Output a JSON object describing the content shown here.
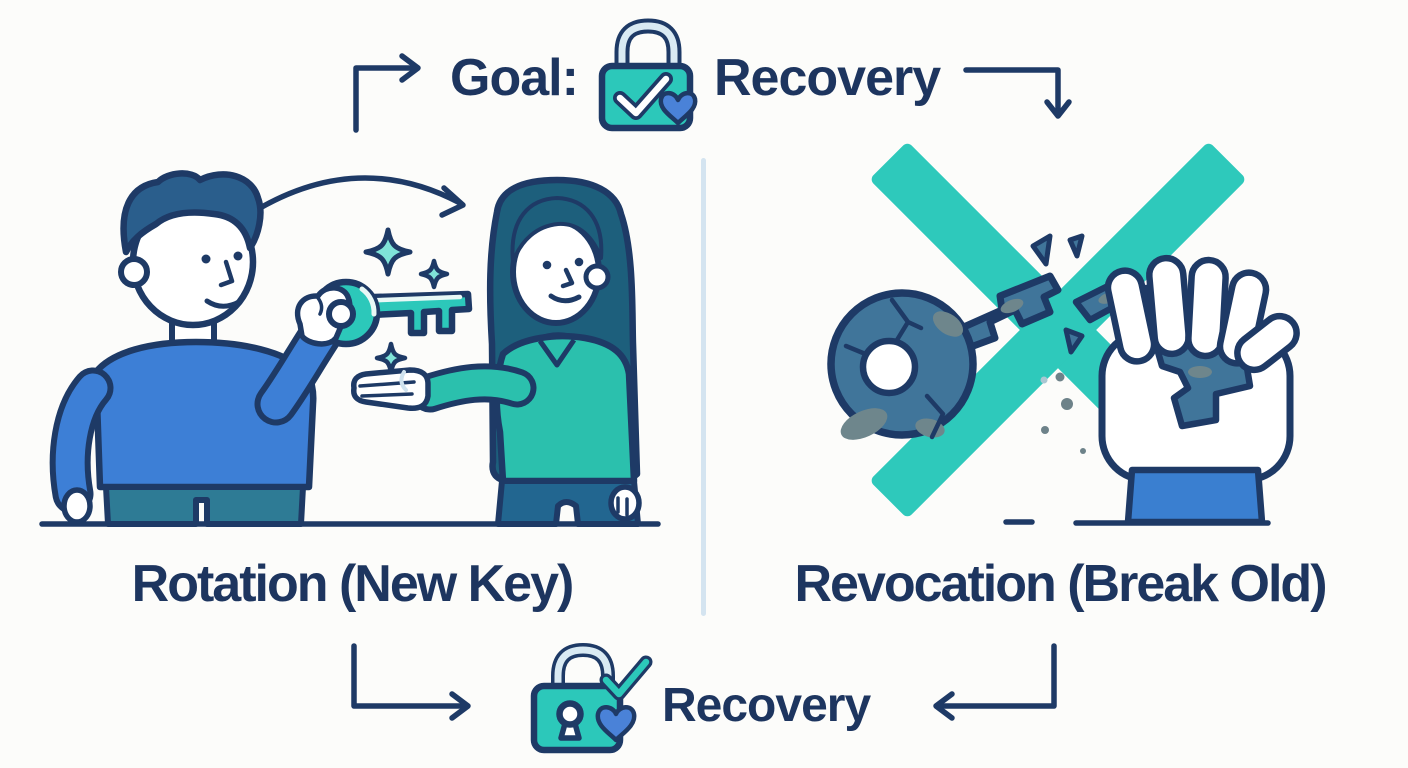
{
  "background": "#fcfcfa",
  "palette": {
    "navy_outline": "#1e3a66",
    "text_navy": "#1d355f",
    "teal": "#2cc8ba",
    "teal_light": "#7fe3d8",
    "ice_blue": "#d9eaf3",
    "blue": "#3d7fd6",
    "heart_blue": "#4a82d8",
    "old_key_slate": "#40759a",
    "rust_patch": "#6e868c",
    "divider_blue": "#d4e4f0",
    "man_hair": "#2a5e8c",
    "woman_hair": "#1d5f7c",
    "man_pants": "#2e7b95",
    "woman_pants": "#226690"
  },
  "top_banner": {
    "goal_label": "Goal:",
    "recovery_label": "Recovery",
    "lock_icon": "padlock-check-heart",
    "left_arrow_icon": "elbow-arrow-right",
    "right_arrow_icon": "elbow-arrow-down"
  },
  "left_panel": {
    "caption": "Rotation (New Key)",
    "scene_icons": [
      "man-figure",
      "transfer-arc-arrow",
      "new-key",
      "sparkles",
      "woman-figure",
      "ground-line"
    ]
  },
  "right_panel": {
    "caption": "Revocation (Break Old)",
    "scene_icons": [
      "teal-cross-x",
      "old-broken-key",
      "key-shards",
      "fist-holding-key-piece",
      "ground-line"
    ]
  },
  "bottom_banner": {
    "recovery_label": "Recovery",
    "lock_icon": "padlock-keyhole-check-heart",
    "left_arrow_icon": "elbow-arrow-right",
    "right_arrow_icon": "elbow-arrow-left"
  }
}
